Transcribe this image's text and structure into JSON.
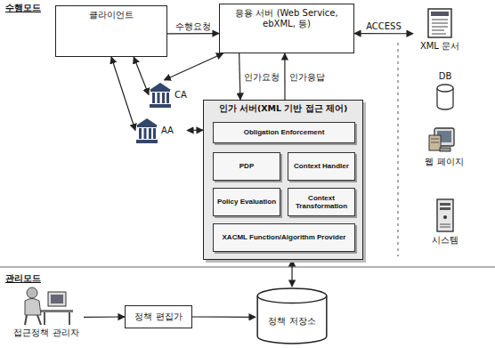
{
  "diagram": {
    "nodes": [
      {
        "text": [
          "클라이언트"
        ]
      },
      {
        "text": [
          "응용 서버 (Web Service, ebXML, 등)"
        ]
      },
      {
        "text": [
          "CA"
        ]
      },
      {
        "text": [
          "AA"
        ]
      },
      {
        "text": [
          "XML 문서"
        ]
      },
      {
        "text": [
          "DB"
        ]
      },
      {
        "text": [
          "웹 페이지"
        ]
      },
      {
        "text": [
          "시스템"
        ]
      },
      {
        "text": [
          "인가 서버(XML 기반 접근 제어)"
        ]
      },
      {
        "text": [
          "Obligation Enforcement"
        ],
        "in": 8
      },
      {
        "text": [
          "PDP"
        ],
        "in": 8
      },
      {
        "text": [
          "Context Handler"
        ],
        "in": 8
      },
      {
        "text": [
          "Policy Evaluation"
        ],
        "in": 8
      },
      {
        "text": [
          "Context Transformation"
        ],
        "in": 8
      },
      {
        "text": [
          "XACML Function/Algorithm Provider"
        ],
        "in": 8
      },
      {
        "text": [
          "접근정책 관리자"
        ]
      },
      {
        "text": [
          "정책 편집가"
        ]
      },
      {
        "text": [
          "정책 저장소"
        ]
      }
    ],
    "edges": [
      {
        "from": 0,
        "to": 1,
        "label": "수행요청",
        "arrow": "to"
      },
      {
        "from": 1,
        "to": 2,
        "arrow": "both"
      },
      {
        "from": 0,
        "to": 2,
        "arrow": "both"
      },
      {
        "from": 0,
        "to": 3,
        "arrow": "both"
      },
      {
        "from": 3,
        "to": 8,
        "arrow": "both"
      },
      {
        "from": 1,
        "to": 8,
        "label": "인가요청",
        "arrow": "to"
      },
      {
        "from": 8,
        "to": 1,
        "label": "인가응답",
        "arrow": "to"
      },
      {
        "from": 1,
        "to": 4,
        "label": "ACCESS",
        "arrow": "both"
      },
      {
        "from": 8,
        "to": 17,
        "arrow": "both"
      },
      {
        "from": 15,
        "to": 16,
        "arrow": "to"
      },
      {
        "from": 16,
        "to": 17,
        "arrow": "to"
      }
    ],
    "labels": [
      "수행모드",
      "관리모드"
    ]
  }
}
